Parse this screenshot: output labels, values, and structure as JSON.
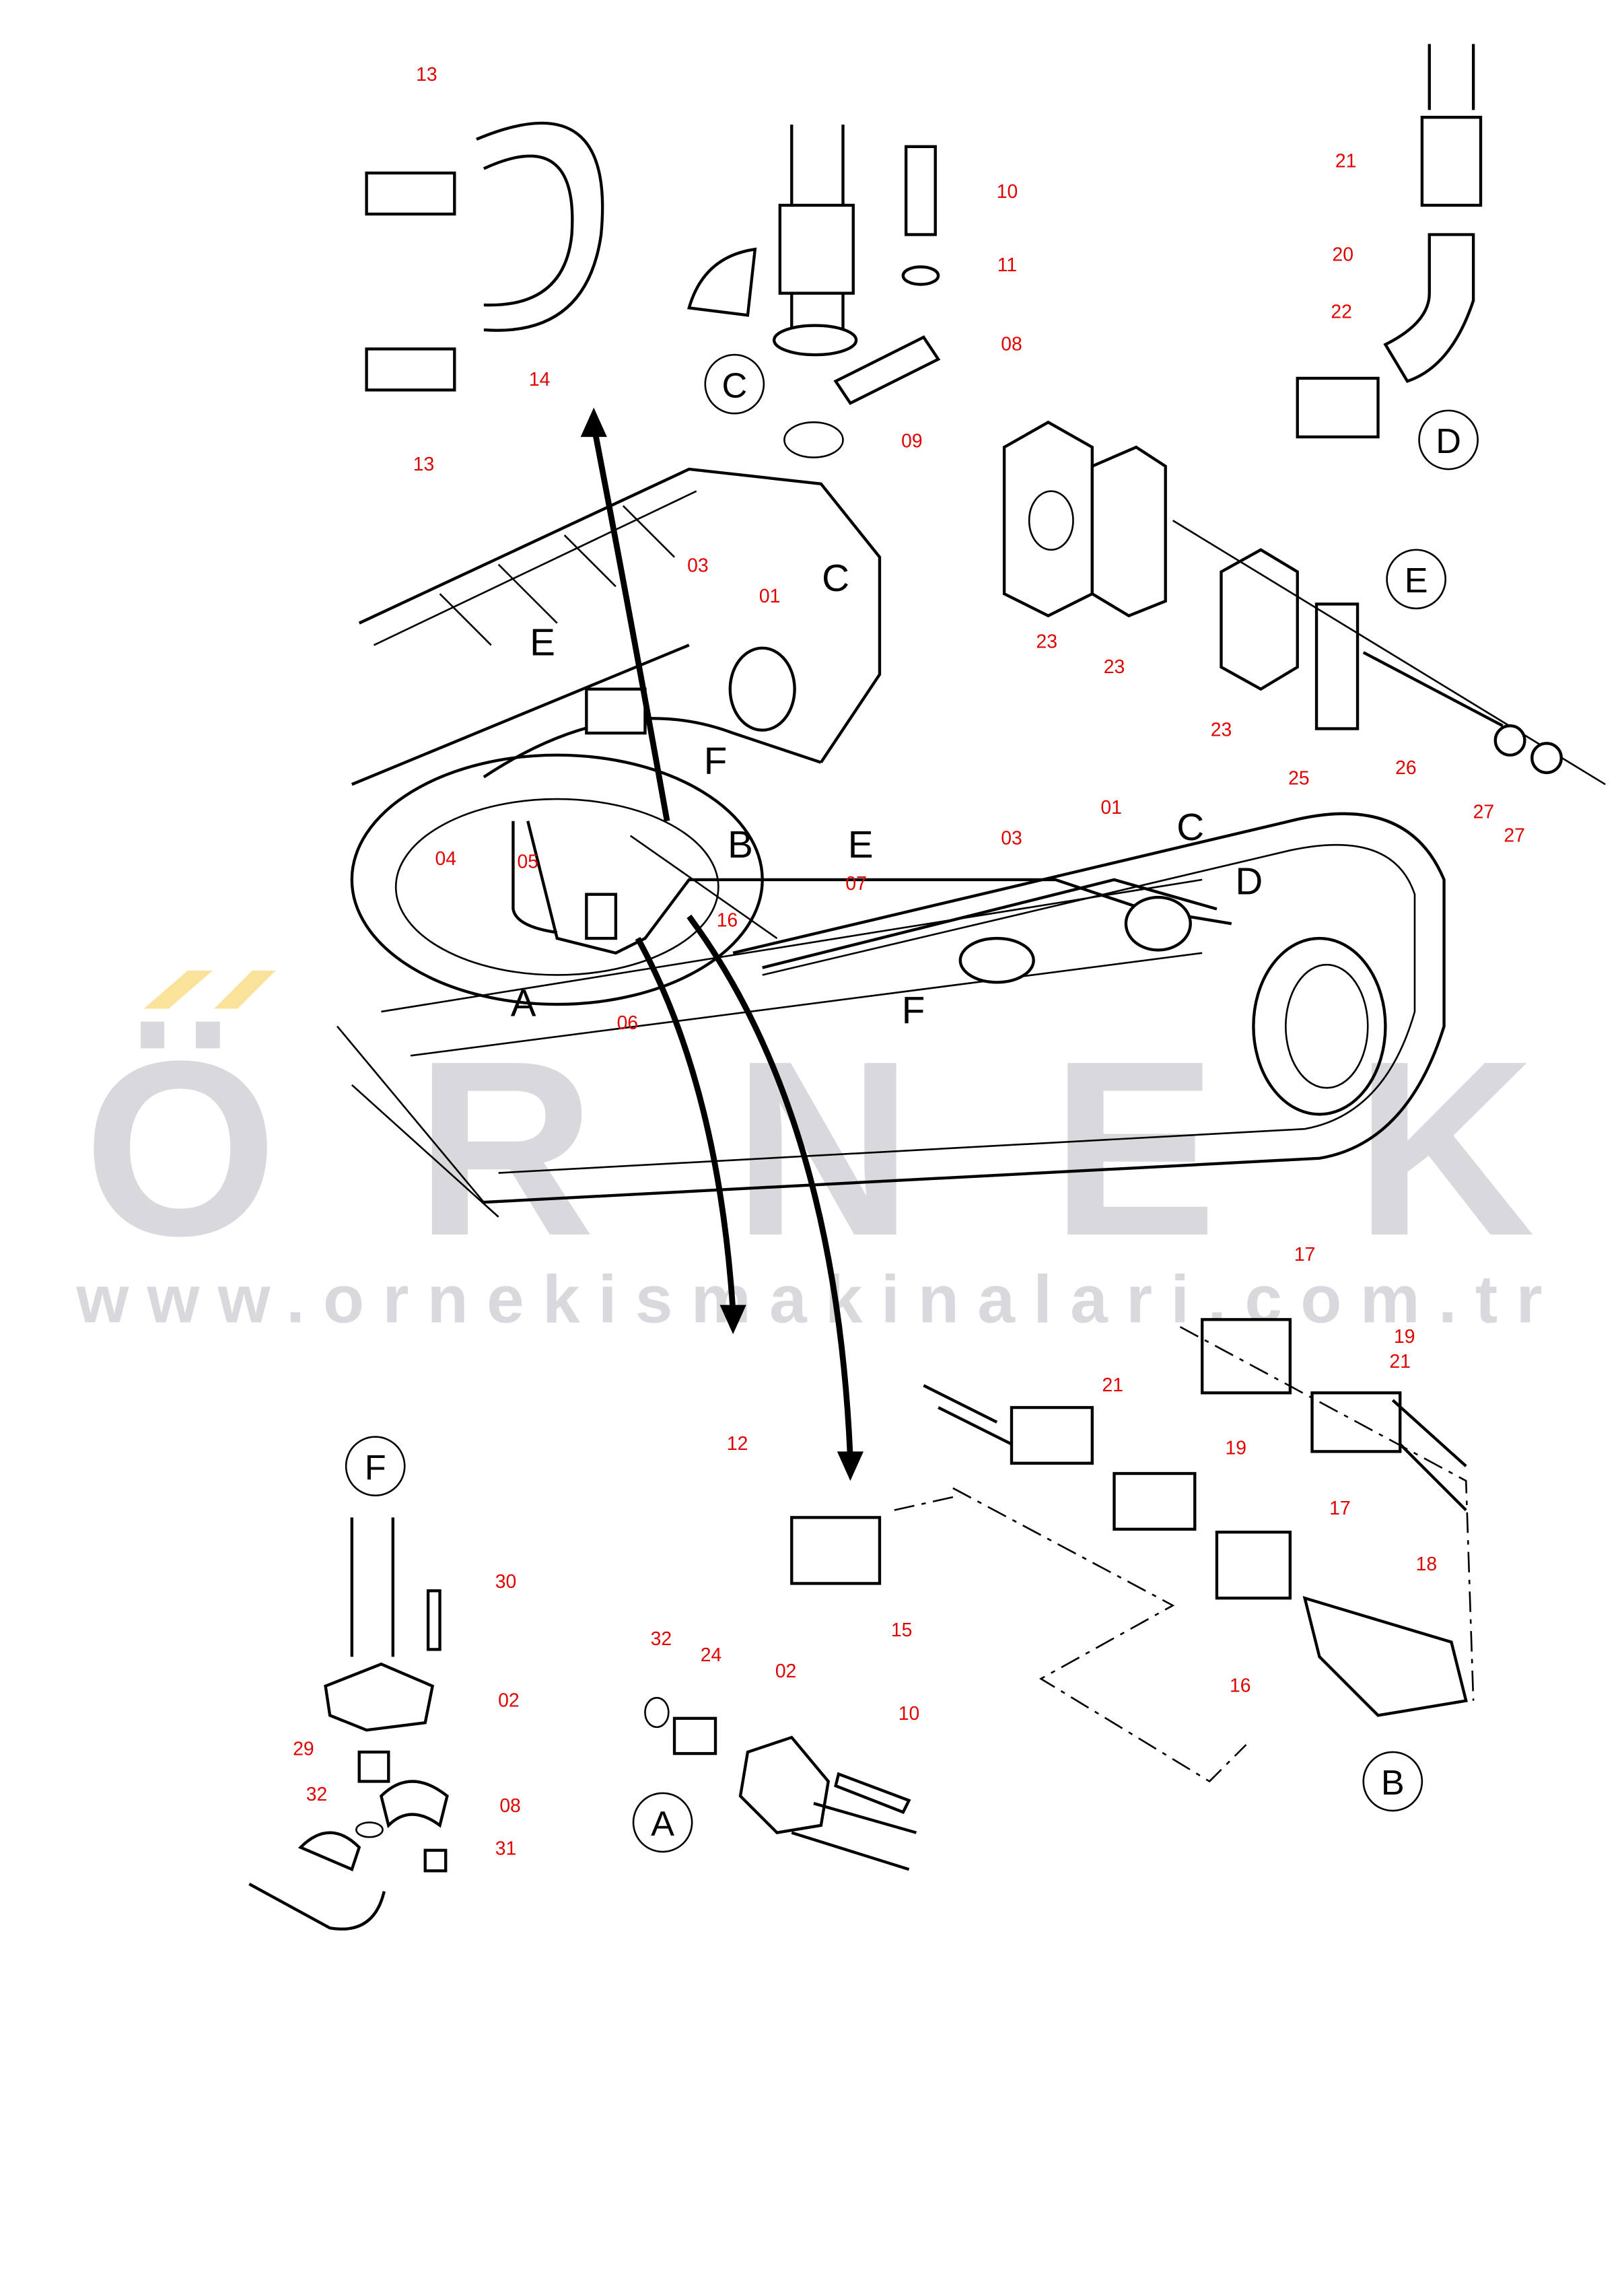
{
  "watermark": {
    "brand": "ÖRNEK",
    "url": "www.ornekismakinalari.com.tr"
  },
  "detail_views": {
    "A": "A",
    "B": "B",
    "C": "C",
    "D": "D",
    "E": "E",
    "F": "F"
  },
  "callouts": {
    "c13a": "13",
    "c14": "14",
    "c13b": "13",
    "c10a": "10",
    "c11": "11",
    "c08a": "08",
    "c09": "09",
    "c21a": "21",
    "c20": "20",
    "c22": "22",
    "c23a": "23",
    "c23b": "23",
    "c23c": "23",
    "c25": "25",
    "c26": "26",
    "c27a": "27",
    "c27b": "27",
    "c03a": "03",
    "c01a": "01",
    "c04": "04",
    "c05": "05",
    "c16a": "16",
    "c06": "06",
    "c07": "07",
    "c03b": "03",
    "c01b": "01",
    "c17a": "17",
    "c19a": "19",
    "c21b": "21",
    "c21c": "21",
    "c19b": "19",
    "c17b": "17",
    "c18": "18",
    "c16b": "16",
    "c12": "12",
    "c15": "15",
    "c30": "30",
    "c02a": "02",
    "c29": "29",
    "c32a": "32",
    "c08b": "08",
    "c31": "31",
    "c32b": "32",
    "c24": "24",
    "c02b": "02",
    "c10b": "10"
  }
}
